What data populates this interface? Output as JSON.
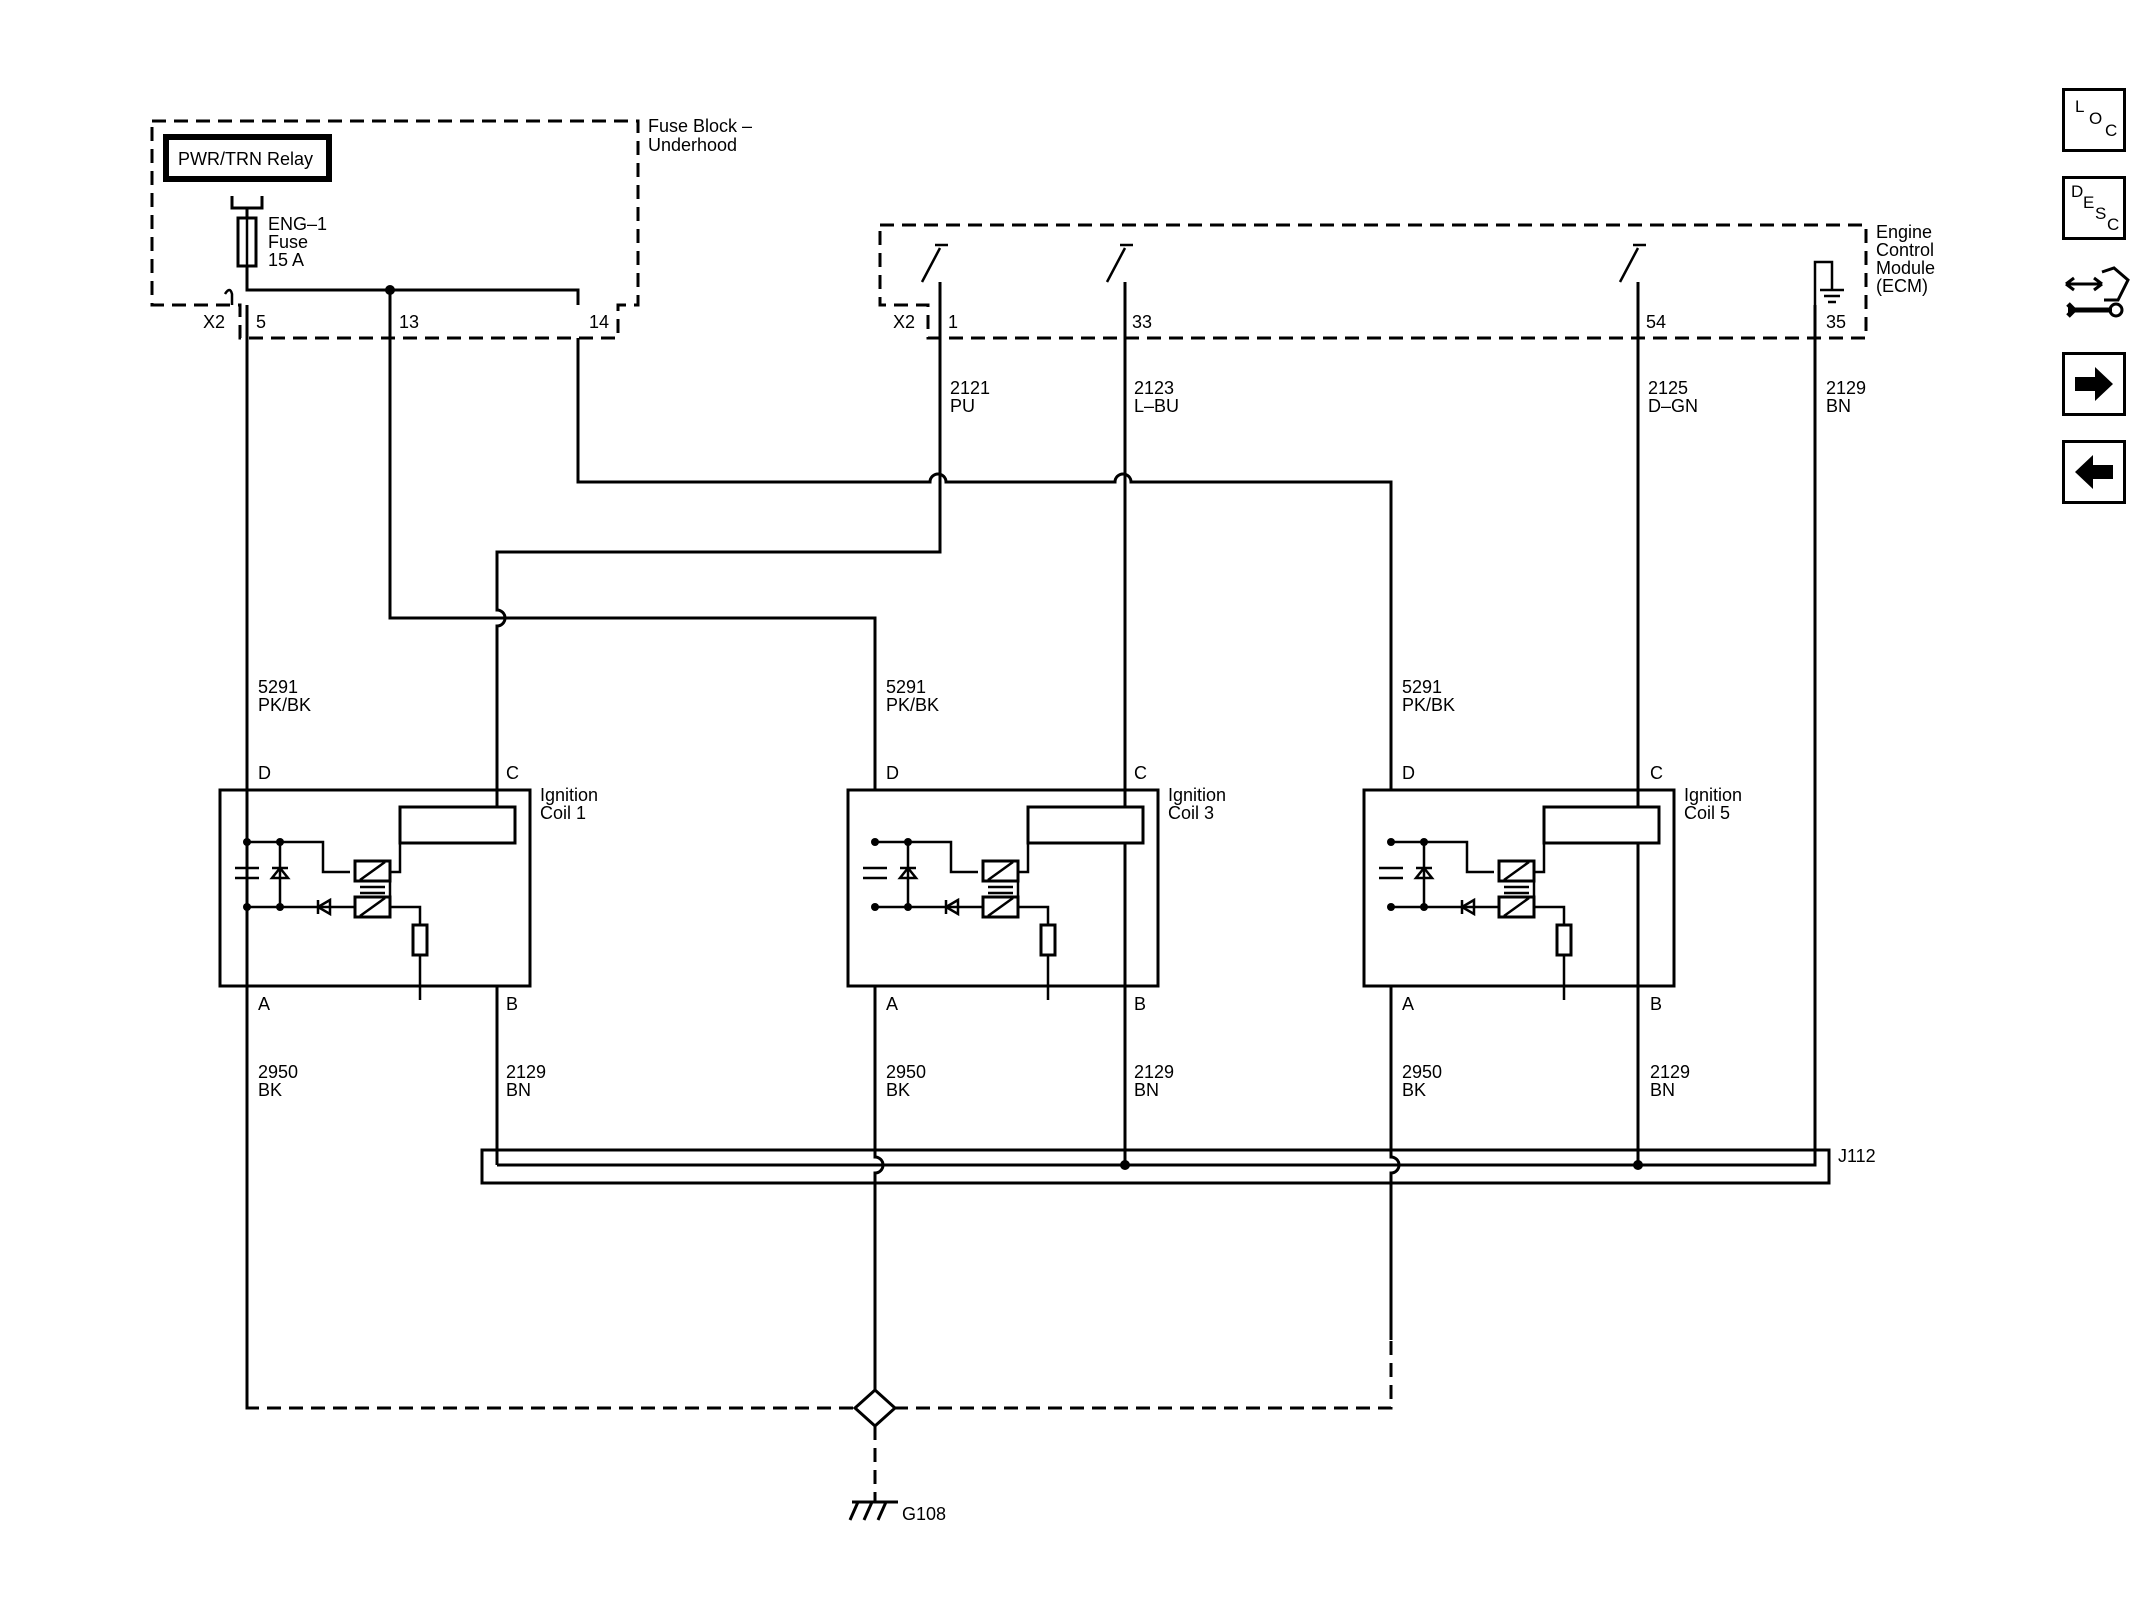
{
  "fuse_block": {
    "title_line1": "Fuse Block –",
    "title_line2": "Underhood",
    "relay_label": "PWR/TRN Relay",
    "fuse_line1": "ENG–1",
    "fuse_line2": "Fuse",
    "fuse_line3": "15 A",
    "connector": "X2",
    "pins": [
      "5",
      "13",
      "14"
    ]
  },
  "ecm": {
    "title_line1": "Engine",
    "title_line2": "Control",
    "title_line3": "Module",
    "title_line4": "(ECM)",
    "connector": "X2",
    "pins": [
      "1",
      "33",
      "54",
      "35"
    ]
  },
  "ecm_circuits": [
    {
      "number": "2121",
      "color": "PU"
    },
    {
      "number": "2123",
      "color": "L–BU"
    },
    {
      "number": "2125",
      "color": "D–GN"
    },
    {
      "number": "2129",
      "color": "BN"
    }
  ],
  "coils": [
    {
      "name_line1": "Ignition",
      "name_line2": "Coil 1",
      "pin_d": "D",
      "pin_c": "C",
      "pin_a": "A",
      "pin_b": "B",
      "supply_number": "5291",
      "supply_color": "PK/BK",
      "ground_number": "2950",
      "ground_color": "BK",
      "ref_number": "2129",
      "ref_color": "BN"
    },
    {
      "name_line1": "Ignition",
      "name_line2": "Coil 3",
      "pin_d": "D",
      "pin_c": "C",
      "pin_a": "A",
      "pin_b": "B",
      "supply_number": "5291",
      "supply_color": "PK/BK",
      "ground_number": "2950",
      "ground_color": "BK",
      "ref_number": "2129",
      "ref_color": "BN"
    },
    {
      "name_line1": "Ignition",
      "name_line2": "Coil 5",
      "pin_d": "D",
      "pin_c": "C",
      "pin_a": "A",
      "pin_b": "B",
      "supply_number": "5291",
      "supply_color": "PK/BK",
      "ground_number": "2950",
      "ground_color": "BK",
      "ref_number": "2129",
      "ref_color": "BN"
    }
  ],
  "splice_label": "J112",
  "ground_label": "G108",
  "nav": {
    "loc": {
      "l1": "L",
      "l2": "O",
      "l3": "C",
      "icon": "location-icon"
    },
    "desc": {
      "l1": "D",
      "l2": "E",
      "l3": "S",
      "l4": "C",
      "icon": "description-icon"
    },
    "connector_icon": "connector-wrench-icon",
    "next_icon": "arrow-right-icon",
    "prev_icon": "arrow-left-icon"
  }
}
